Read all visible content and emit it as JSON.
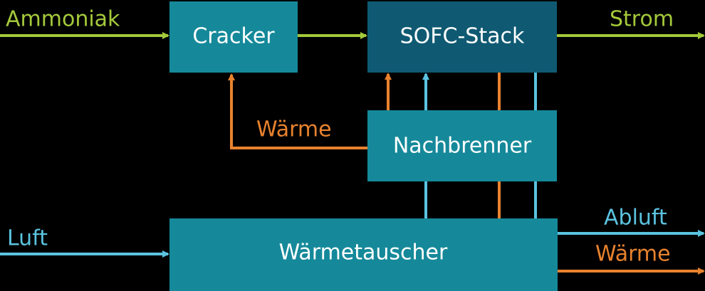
{
  "colors": {
    "background": "#000000",
    "green": "#a4c93b",
    "orange": "#e8822e",
    "blue": "#5bc3e0",
    "box_teal": "#15899a",
    "box_dark": "#0f5a72",
    "text": "#ffffff"
  },
  "nodes": {
    "cracker": "Cracker",
    "sofc_stack": "SOFC-Stack",
    "nachbrenner": "Nachbrenner",
    "waermetauscher": "Wärmetauscher"
  },
  "labels": {
    "ammoniak": "Ammoniak",
    "strom": "Strom",
    "waerme_mid": "Wärme",
    "luft": "Luft",
    "abluft": "Abluft",
    "waerme_out": "Wärme"
  }
}
